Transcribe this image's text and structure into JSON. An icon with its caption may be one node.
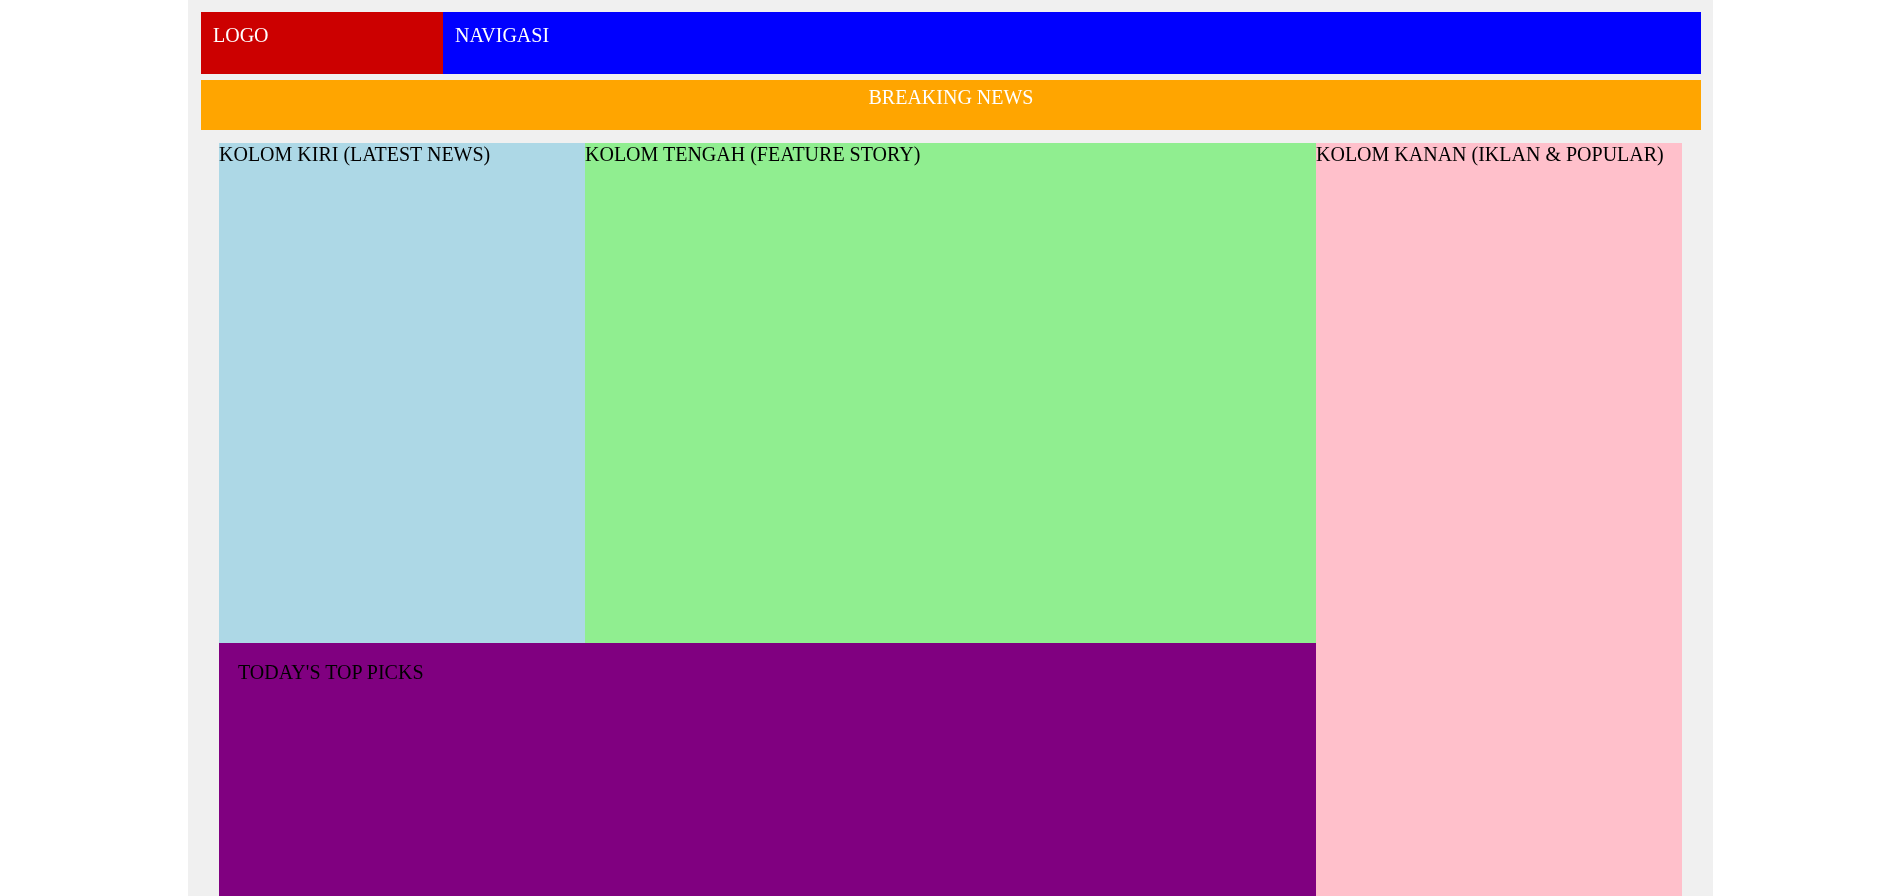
{
  "diagram": {
    "nodes": [
      {
        "text": [],
        "shape": "box"
      },
      {
        "text": [
          "LOGO"
        ],
        "in": 0
      },
      {
        "text": [
          "NAVIGASI"
        ],
        "in": 0
      },
      {
        "text": [
          "BREAKING NEWS"
        ],
        "in": 0
      },
      {
        "text": [
          "KOLOM KIRI (LATEST NEWS)"
        ],
        "in": 0
      },
      {
        "text": [
          "KOLOM TENGAH (FEATURE STORY)"
        ],
        "in": 0
      },
      {
        "text": [
          "KOLOM KANAN (IKLAN & POPULAR)"
        ],
        "in": 0
      },
      {
        "text": [
          "TODAY'S TOP PICKS"
        ],
        "in": 0
      }
    ]
  }
}
